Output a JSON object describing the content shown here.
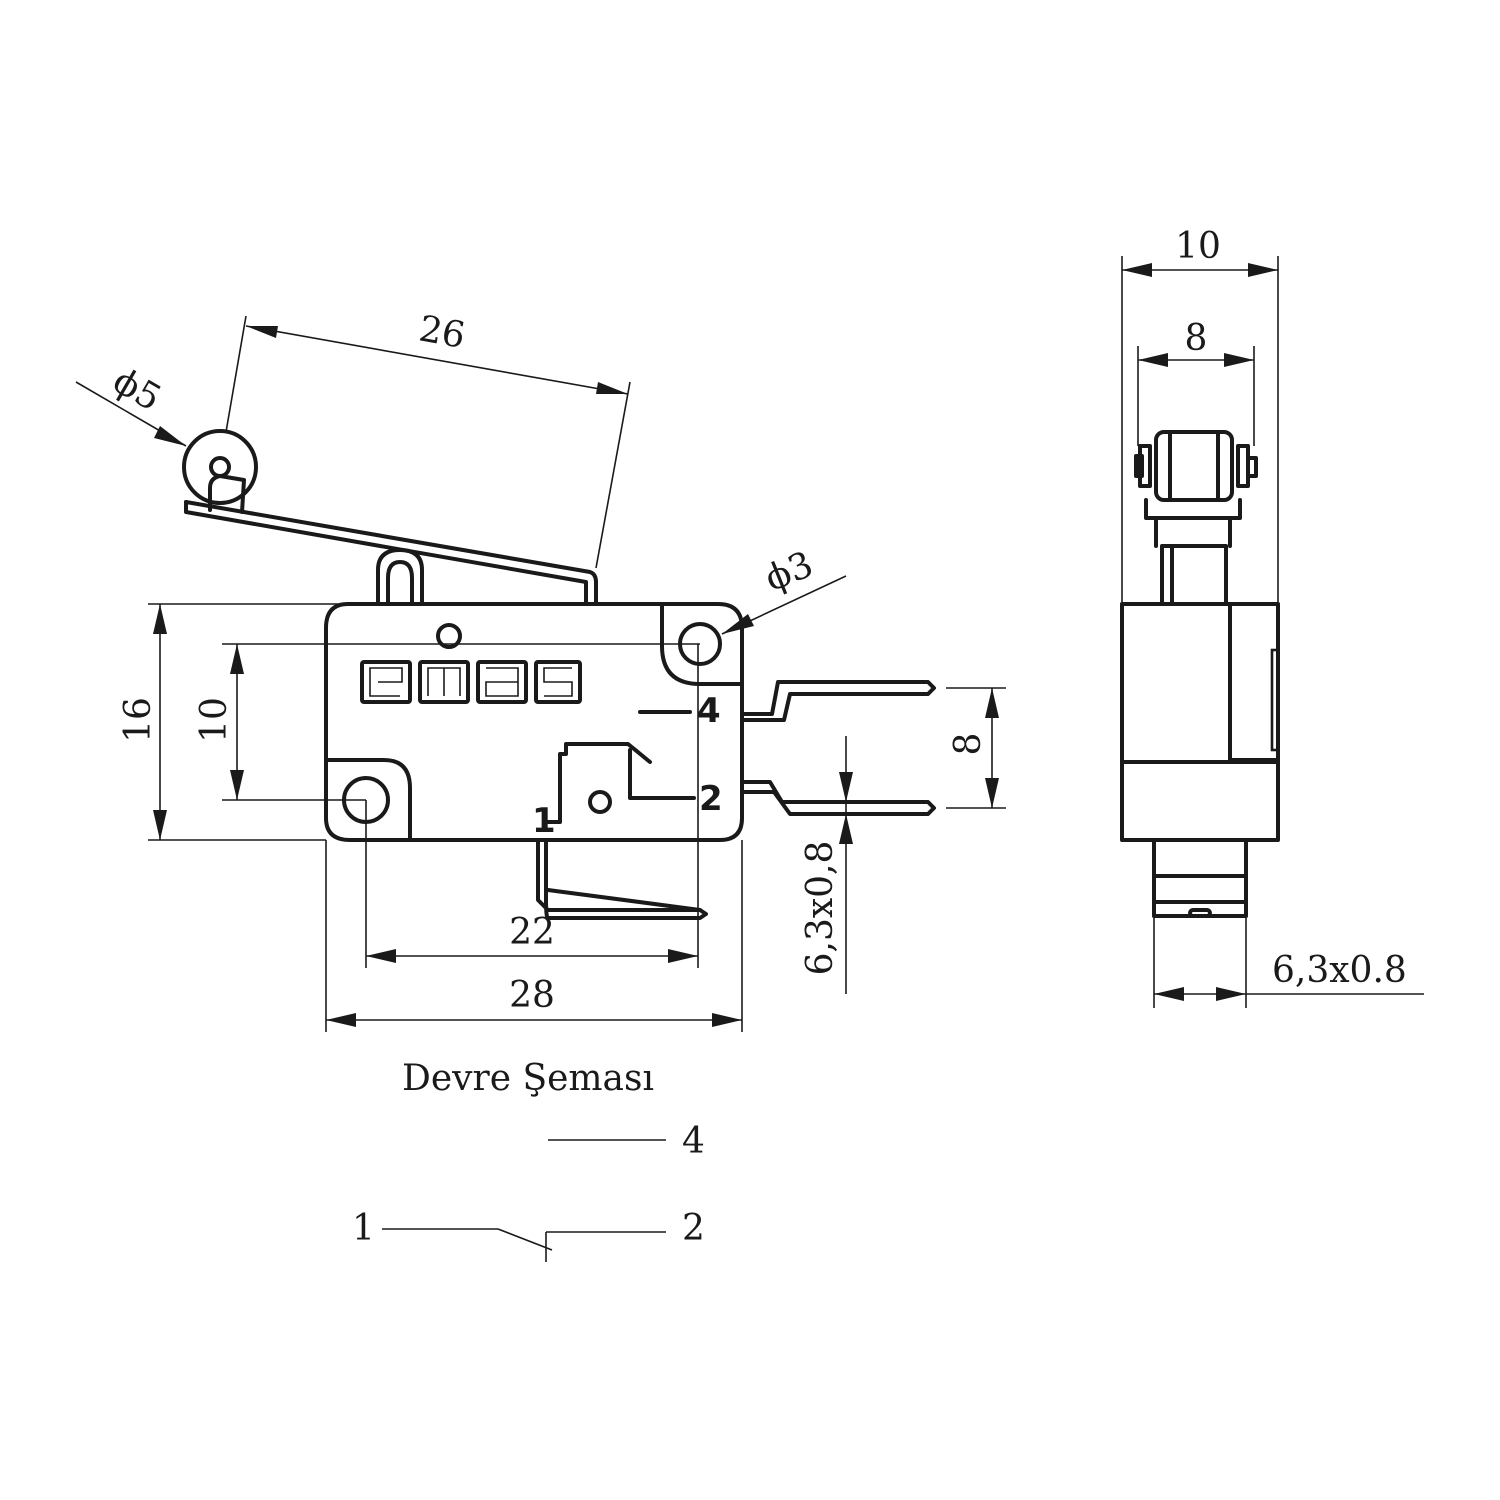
{
  "side_view": {
    "dim_roller_diameter": "ϕ5",
    "dim_lever_length": "26",
    "dim_mount_hole_diameter": "ϕ3",
    "dim_body_height": "16",
    "dim_hole_vertical_spacing": "10",
    "dim_terminal_spacing": "8",
    "dim_terminal_tab": "6,3x0,8",
    "dim_hole_horizontal_spacing": "22",
    "dim_body_length": "28",
    "brand_logo": "emas",
    "pin_label_nc": "4",
    "pin_label_no": "2",
    "pin_label_com": "1"
  },
  "front_view": {
    "dim_total_width": "10",
    "dim_roller_width": "8",
    "dim_terminal_tab": "6,3x0.8"
  },
  "circuit_diagram": {
    "title": "Devre Şeması",
    "label_4": "4",
    "label_1": "1",
    "label_2": "2"
  }
}
